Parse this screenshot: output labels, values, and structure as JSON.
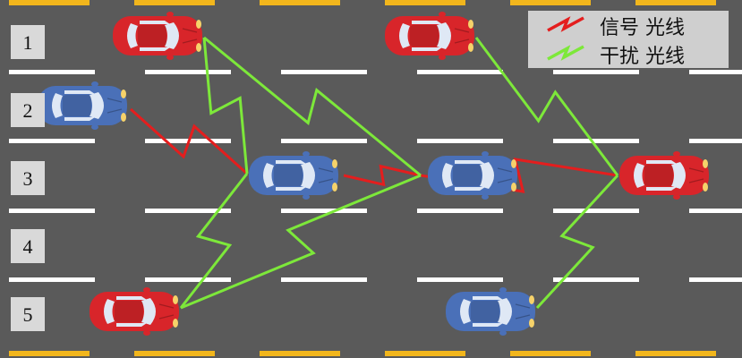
{
  "legend": {
    "signal": {
      "label": "信号 光线",
      "color": "#e41e1e"
    },
    "interference": {
      "label": "干扰 光线",
      "color": "#7de83a"
    }
  },
  "lanes": [
    {
      "number": "1"
    },
    {
      "number": "2"
    },
    {
      "number": "3"
    },
    {
      "number": "4"
    },
    {
      "number": "5"
    }
  ],
  "colors": {
    "road": "#5a5a5a",
    "lane_marking": "#ffffff",
    "edge_marking": "#f2b61c",
    "car_red": "#d8252a",
    "car_blue": "#4a70b8",
    "label_box": "#d9d9d9"
  },
  "cars": [
    {
      "id": "car-lane1-left",
      "color": "red",
      "lane": 1
    },
    {
      "id": "car-lane1-right",
      "color": "red",
      "lane": 1
    },
    {
      "id": "car-lane2",
      "color": "blue",
      "lane": 2
    },
    {
      "id": "car-lane3-a",
      "color": "blue",
      "lane": 3
    },
    {
      "id": "car-lane3-b",
      "color": "blue",
      "lane": 3
    },
    {
      "id": "car-lane3-c",
      "color": "red",
      "lane": 3
    },
    {
      "id": "car-lane5-left",
      "color": "red",
      "lane": 5
    },
    {
      "id": "car-lane5-right",
      "color": "blue",
      "lane": 5
    }
  ],
  "links": [
    {
      "type": "signal",
      "from": "car-lane2",
      "to": "car-lane3-a"
    },
    {
      "type": "signal",
      "from": "car-lane3-a",
      "to": "car-lane3-b"
    },
    {
      "type": "signal",
      "from": "car-lane3-b",
      "to": "car-lane3-c"
    },
    {
      "type": "interference",
      "from": "car-lane1-left",
      "to": "car-lane3-a"
    },
    {
      "type": "interference",
      "from": "car-lane1-left",
      "to": "car-lane3-b"
    },
    {
      "type": "interference",
      "from": "car-lane5-left",
      "to": "car-lane3-a"
    },
    {
      "type": "interference",
      "from": "car-lane5-left",
      "to": "car-lane3-b"
    },
    {
      "type": "interference",
      "from": "car-lane1-right",
      "to": "car-lane3-c"
    },
    {
      "type": "interference",
      "from": "car-lane5-right",
      "to": "car-lane3-c"
    }
  ]
}
